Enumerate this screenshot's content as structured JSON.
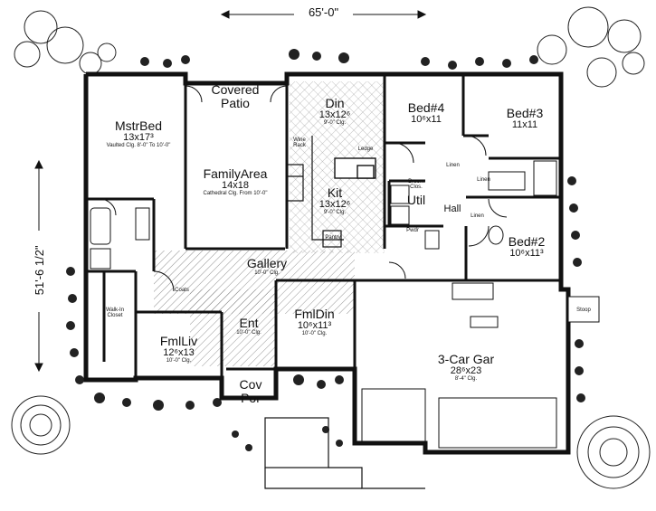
{
  "dimensions": {
    "width": "65'-0\"",
    "depth": "51'-6 1/2\""
  },
  "rooms": {
    "master_bed": {
      "name": "MstrBed",
      "size": "13x17³",
      "note": "Vaulted Clg. 8'-0\" To 10'-0\""
    },
    "covered_patio": {
      "name": "Covered Patio"
    },
    "din": {
      "name": "Din",
      "size": "13x12⁶",
      "note": "9'-0\" Clg."
    },
    "bed4": {
      "name": "Bed#4",
      "size": "10⁶x11"
    },
    "bed3": {
      "name": "Bed#3",
      "size": "11x11"
    },
    "family_area": {
      "name": "FamilyArea",
      "size": "14x18",
      "note": "Cathedral Clg. From 10'-0\""
    },
    "kit": {
      "name": "Kit",
      "size": "13x12⁶",
      "note": "9'-0\" Clg."
    },
    "util": {
      "name": "Util"
    },
    "hall": {
      "name": "Hall"
    },
    "bed2": {
      "name": "Bed#2",
      "size": "10⁶x11³"
    },
    "gallery": {
      "name": "Gallery",
      "note": "10'-0\" Clg."
    },
    "fml_liv": {
      "name": "FmlLiv",
      "size": "12⁶x13",
      "note": "10'-0\" Clg."
    },
    "ent": {
      "name": "Ent",
      "note": "10'-0\" Clg."
    },
    "fml_din": {
      "name": "FmlDin",
      "size": "10⁶x11³",
      "note": "10'-0\" Clg."
    },
    "garage": {
      "name": "3-Car Gar",
      "size": "28⁶x23",
      "note": "8'-4\" Clg."
    },
    "cov_por": {
      "name": "Cov Por"
    }
  },
  "small_labels": {
    "wine_rack": "Wine Rack",
    "ledge": "Ledge",
    "pantry": "Pantry",
    "linen1": "Linen",
    "linen2": "Linen",
    "linen3": "Linen",
    "broom_clos": "Broom Clos.",
    "pwdr": "Pwdr",
    "coats": "Coats",
    "walk_in": "Walk-In Closet",
    "stoop": "Stoop"
  }
}
